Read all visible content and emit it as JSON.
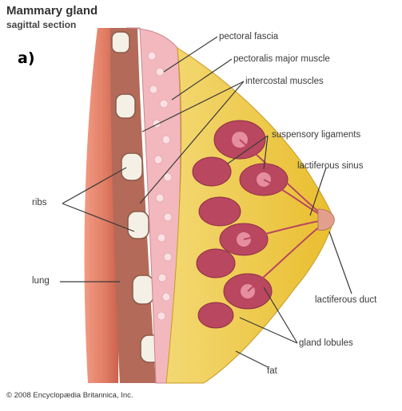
{
  "title": "Mammary gland",
  "subtitle": "sagittal section",
  "panel_label": "a)",
  "labels": {
    "pectoral_fascia": "pectoral fascia",
    "pectoralis_major": "pectoralis major muscle",
    "intercostal": "intercostal muscles",
    "suspensory": "suspensory ligaments",
    "lactiferous_sinus": "lactiferous sinus",
    "ribs": "ribs",
    "lung": "lung",
    "lactiferous_duct": "lactiferous duct",
    "gland_lobules": "gland lobules",
    "fat": "fat"
  },
  "copyright": "© 2008 Encyclopædia Britannica, Inc.",
  "colors": {
    "lung": "#e07b63",
    "rib_wall": "#b86e5c",
    "muscle": "#f0b3b8",
    "fat": "#efc93a",
    "lobule": "#b8475f"
  }
}
